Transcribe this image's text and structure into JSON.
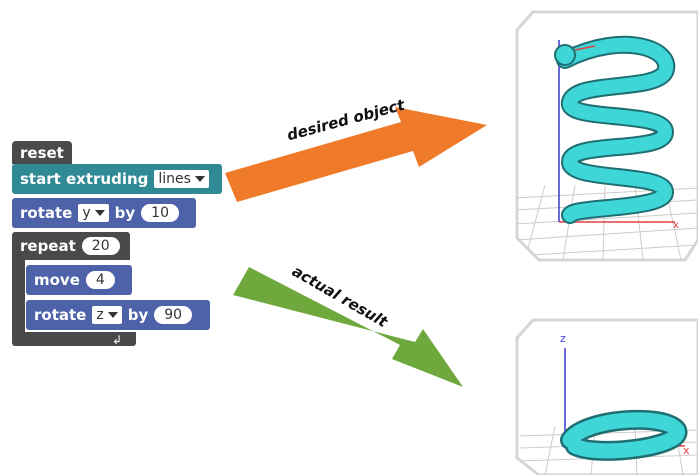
{
  "blocks": {
    "reset_label": "reset",
    "start_extruding_label": "start extruding",
    "start_extruding_option": "lines",
    "rotate_label": "rotate",
    "rotate_axis": "y",
    "rotate_by_label": "by",
    "rotate_amount": "10",
    "repeat_label": "repeat",
    "repeat_count": "20",
    "move_label": "move",
    "move_amount": "4",
    "rotate2_label": "rotate",
    "rotate2_axis": "z",
    "rotate2_by_label": "by",
    "rotate2_amount": "90"
  },
  "arrows": {
    "desired_label": "desired object",
    "desired_color": "#ee7a2a",
    "actual_label": "actual result",
    "actual_color": "#6fa83c"
  },
  "views": {
    "top_axis_x": "x",
    "bottom_axis_z": "z",
    "bottom_axis_x": "x",
    "tube_color": "#3fd6d8"
  }
}
